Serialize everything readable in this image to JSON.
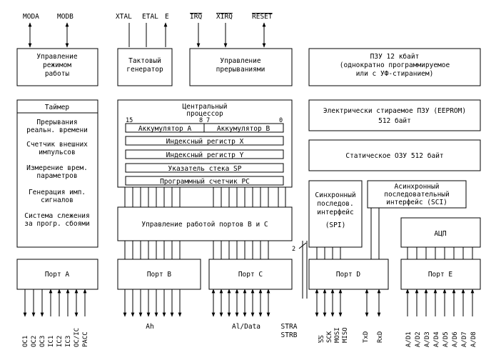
{
  "top_signals": {
    "moda": "MODA",
    "modb": "MODB",
    "xtal": "XTAL",
    "extal": "ETAL",
    "e": "E",
    "irq": "IRQ",
    "xirq": "XIRQ",
    "reset": "RESET"
  },
  "mode_control": [
    "Управление",
    "режимом",
    "работы"
  ],
  "clock_gen": [
    "Тактовый",
    "генератор"
  ],
  "interrupt_ctrl": [
    "Управление",
    "прерываниями"
  ],
  "rom": [
    "ПЗУ 12 кбайт",
    "(однократно программируемое",
    "или с УФ-стиранием)"
  ],
  "eeprom": [
    "Электрически стираемое ПЗУ (EEPROM)",
    "512 байт"
  ],
  "ram": "Статическое ОЗУ 512 байт",
  "timer": {
    "title": "Таймер",
    "functions": [
      [
        "Прерывания",
        "реальн. времени"
      ],
      [
        "Счетчик внешних",
        "импульсов"
      ],
      [
        "Измерение врем.",
        "параметров"
      ],
      [
        "Генерация имп.",
        "сигналов"
      ],
      [
        "Система слежения",
        "за прогр. сбоями"
      ]
    ]
  },
  "cpu": {
    "title": [
      "Центральный",
      "процессор"
    ],
    "bit_labels": [
      "15",
      "8",
      "7",
      "0"
    ],
    "acc_a": "Аккумулятор A",
    "acc_b": "Аккумулятор B",
    "registers": [
      "Индексный регистр X",
      "Индексный регистр Y",
      "Указатель стека SP",
      "Программный счетчик PC"
    ]
  },
  "port_bc_ctrl": "Управление работой портов B и C",
  "spi": [
    "Синхронный",
    "последов.",
    "интерфейс",
    "(SPI)"
  ],
  "sci": [
    "Асинхронный",
    "последовательный",
    "интерфейс (SCI)"
  ],
  "adc": "АЦП",
  "bus_width": "2",
  "ports": {
    "a": "Порт A",
    "b": "Порт B",
    "c": "Порт C",
    "d": "Порт D",
    "e": "Порт E"
  },
  "bottom": {
    "port_a_pins": [
      "OC1",
      "OC2",
      "OC3",
      "IC1",
      "IC2",
      "IC3",
      "OC/IC",
      "PACC"
    ],
    "port_b_label": "Ah",
    "port_c_label": "Al/Data",
    "strobes": [
      "STRA",
      "STRB"
    ],
    "port_d_pins": [
      "SS",
      "SCK",
      "MOSI",
      "MISO",
      "TxD",
      "RxD"
    ],
    "port_e_pins": [
      "A/D1",
      "A/D2",
      "A/D3",
      "A/D4",
      "A/D5",
      "A/D6",
      "A/D7",
      "A/D8"
    ]
  }
}
